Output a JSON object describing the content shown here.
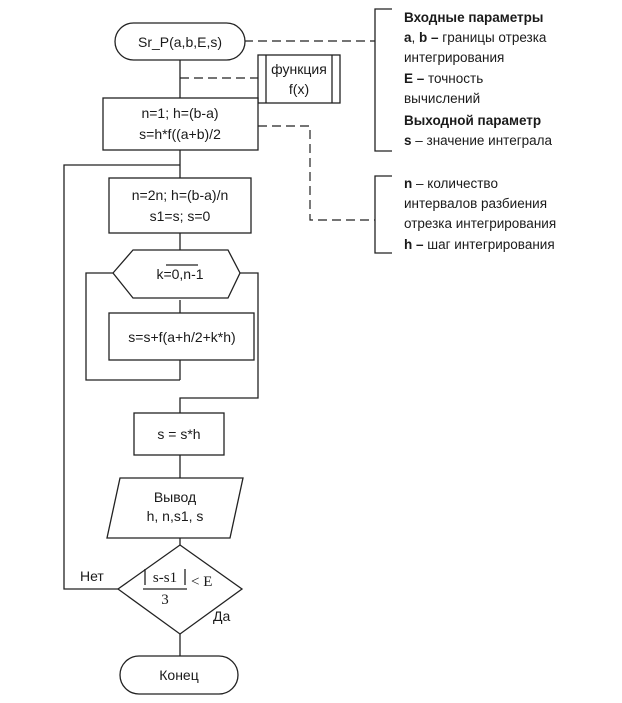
{
  "flowchart": {
    "start_label": "Sr_P(a,b,E,s)",
    "function_label_1": "функция",
    "function_label_2": "f(x)",
    "init_line1": "n=1; h=(b-a)",
    "init_line2": "s=h*f((a+b)/2",
    "loop_line1": "n=2n; h=(b-a)/n",
    "loop_line2": "s1=s; s=0",
    "for_label_k": "k=0,n-1",
    "body_label": "s=s+f(a+h/2+k*h)",
    "mult_label": "s = s*h",
    "output_line1": "Вывод",
    "output_line2": "h, n,s1, s",
    "condition_numerator": "s-s1",
    "condition_denominator": "3",
    "condition_rhs": "< E",
    "no_label": "Нет",
    "yes_label": "Да",
    "end_label": "Конец"
  },
  "notes": {
    "input_header": "Входные параметры",
    "a_b_key": "a",
    "a_b_sep": ", ",
    "a_b_key2": "b –",
    "a_b_text1": " границы отрезка",
    "a_b_text2": "интегрирования",
    "e_key": "E –",
    "e_text1": " точность",
    "e_text2": "вычислений",
    "output_header": "Выходной параметр",
    "s_key": "s",
    "s_text": " – значение интеграла",
    "n_key": "n",
    "n_text1": " – количество",
    "n_text2": "интервалов разбиения",
    "n_text3": "отрезка интегрирования",
    "h_key": "h –",
    "h_text": " шаг интегрирования"
  }
}
